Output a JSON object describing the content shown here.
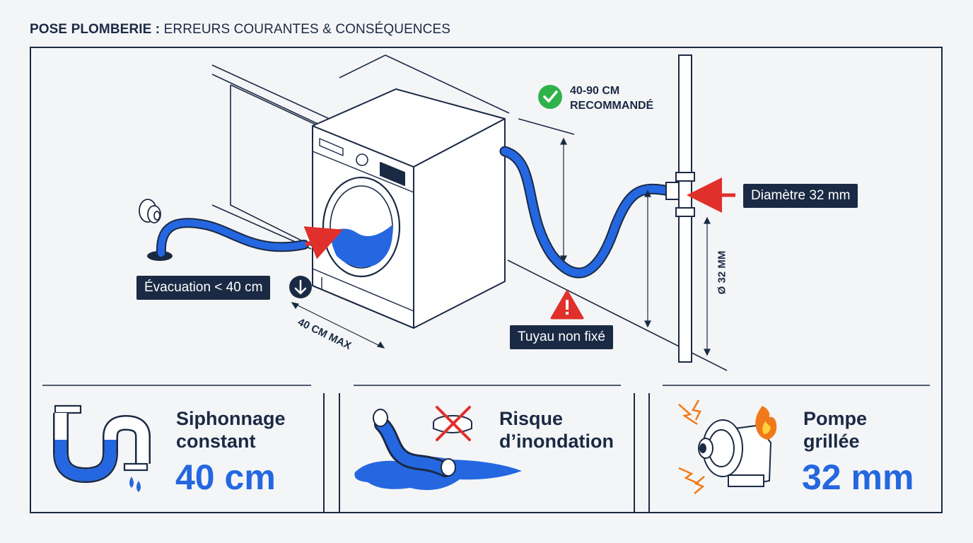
{
  "header": {
    "title_strong": "POSE PLOMBERIE :",
    "title_rest": "ERREURS COURANTES & CONSÉQUENCES"
  },
  "diagram": {
    "recommended_height": "40-90 CM",
    "recommended_label": "RECOMMANDÉ",
    "evacuation_label": "Évacuation < 40 cm",
    "distance_label": "40 CM MAX",
    "unfixed_hose_label": "Tuyau non fixé",
    "diameter_label": "Diamètre 32 mm",
    "pipe_diameter_vertical": "Ø 32 MM"
  },
  "panels": [
    {
      "title_line1": "Siphonnage",
      "title_line2": "constant",
      "value": "40 cm"
    },
    {
      "title_line1": "Risque",
      "title_line2": "d’inondation",
      "value": ""
    },
    {
      "title_line1": "Pompe",
      "title_line2": "grillée",
      "value": "32 mm"
    }
  ],
  "colors": {
    "navy": "#1b2a44",
    "blue": "#2467e0",
    "red": "#e0302b",
    "green": "#2fb24a",
    "orange": "#f07a1a"
  }
}
